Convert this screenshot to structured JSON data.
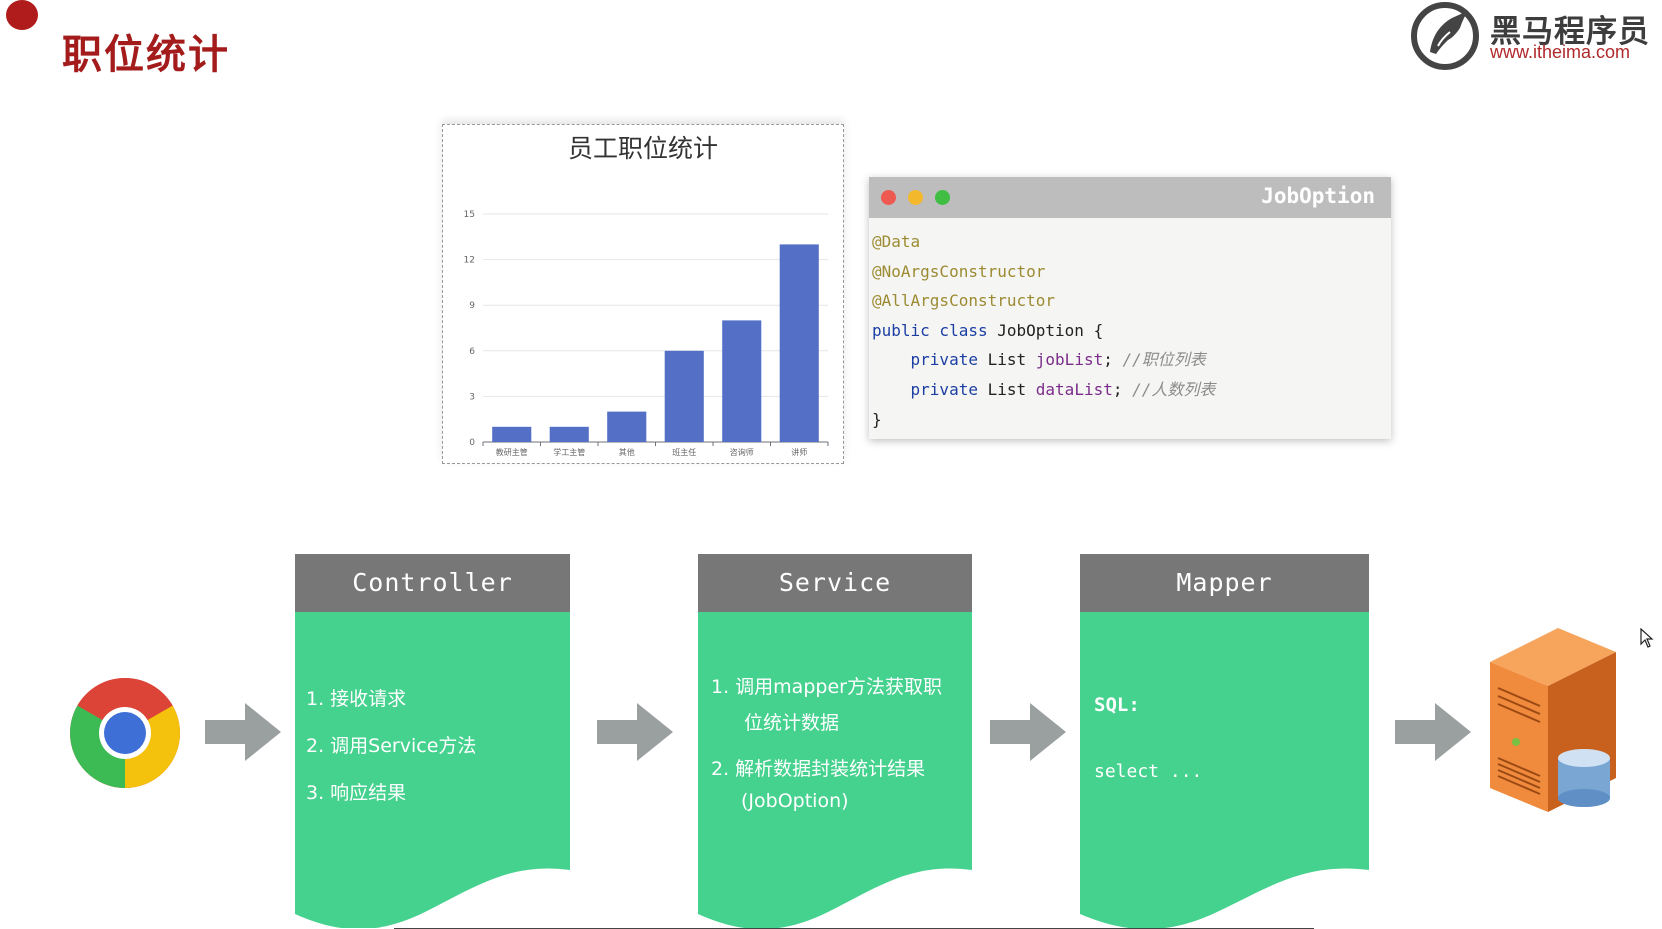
{
  "header": {
    "title": "职位统计"
  },
  "logo": {
    "brand_cn": "黑马程序员",
    "url": "www.itheima.com"
  },
  "chart_data": {
    "type": "bar",
    "title": "员工职位统计",
    "categories": [
      "教研主管",
      "学工主管",
      "其他",
      "班主任",
      "咨询师",
      "讲师"
    ],
    "values": [
      1,
      1,
      2,
      6,
      8,
      13
    ],
    "ylim": [
      0,
      15
    ],
    "yticks": [
      "0",
      "3",
      "6",
      "9",
      "12",
      "15"
    ],
    "grid": true,
    "bar_color": "#5470c6"
  },
  "code_window": {
    "filename": "JobOption",
    "lines": {
      "a1": "@Data",
      "a2": "@NoArgsConstructor",
      "a3": "@AllArgsConstructor",
      "decl_kw": "public class",
      "decl_name": "JobOption {",
      "f1_kw": "private",
      "f1_type": "List",
      "f1_name": "jobList",
      "f1_semi": ";",
      "f1_cmt": "//职位列表",
      "f2_kw": "private",
      "f2_type": "List",
      "f2_name": "dataList",
      "f2_semi": ";",
      "f2_cmt": "//人数列表",
      "close": "}"
    }
  },
  "flow": {
    "controller": {
      "title": "Controller",
      "items": [
        "1. 接收请求",
        "2. 调用Service方法",
        "3. 响应结果"
      ]
    },
    "service": {
      "title": "Service",
      "item1_line1": "1. 调用mapper方法获取职",
      "item1_line2": "位统计数据",
      "item2_line1": "2. 解析数据封装统计结果",
      "item2_line2": "(JobOption)"
    },
    "mapper": {
      "title": "Mapper",
      "sql_label": "SQL:",
      "sql_text": "select ..."
    }
  },
  "colors": {
    "accent_red": "#a31b1b",
    "box_header": "#777777",
    "box_body": "#45d18e",
    "arrow": "#9aa0a0"
  },
  "icons": [
    "browser-icon",
    "database-server-icon",
    "arrow-right-icon",
    "mouse-cursor-icon"
  ]
}
